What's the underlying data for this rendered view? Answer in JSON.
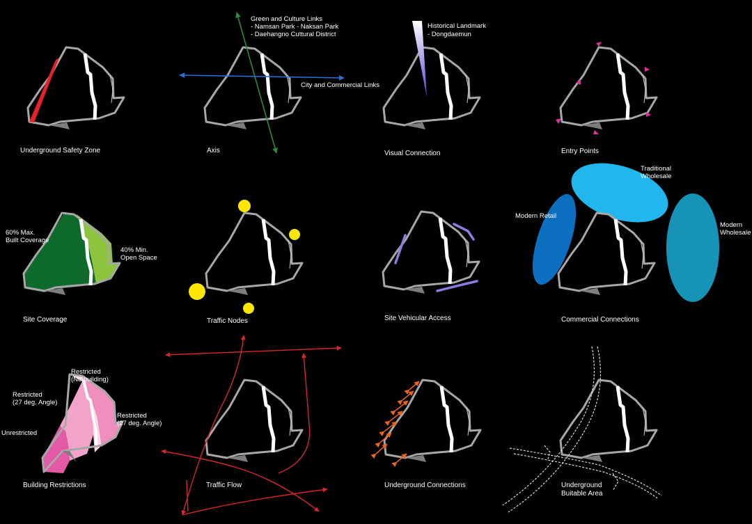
{
  "colors": {
    "background": "#000000",
    "outline": "#a7a7a7",
    "road": "#ffffff",
    "safety_zone": "#e8202a",
    "axis_green": "#2e8b3a",
    "axis_blue": "#2a6fd6",
    "node_yellow": "#ffe600",
    "entry_magenta": "#e0319a",
    "vehicular_purple": "#8a7ce0",
    "traffic_red": "#d8262b",
    "connection_orange": "#e8641e",
    "coverage_dark_green": "#0e6a2c",
    "coverage_light_green": "#8cc43e",
    "retail_blue": "#0d6fc0",
    "traditional_cyan": "#22b6ee",
    "wholesale_teal": "#1793b8",
    "pink_dark": "#e45aa6",
    "pink_light": "#f2a3c9"
  },
  "panels": [
    {
      "id": "underground-safety-zone",
      "caption": "Underground Safety Zone"
    },
    {
      "id": "axis",
      "caption": "Axis",
      "labels": [
        "Green and Culture Links",
        "- Namsan Park - Naksan Park",
        "- Daehangno Cuttural District",
        "City and Commercial Links"
      ]
    },
    {
      "id": "visual-connection",
      "caption": "Visual Connection",
      "labels": [
        "Historical Landmark",
        "- Dongdaemun"
      ]
    },
    {
      "id": "entry-points",
      "caption": "Entry Points"
    },
    {
      "id": "site-coverage",
      "caption": "Site Coverage",
      "labels": [
        "60% Max.",
        "Built Coverage",
        "40% Min.",
        "Open Space"
      ]
    },
    {
      "id": "traffic-nodes",
      "caption": "Traffic Nodes"
    },
    {
      "id": "site-vehicular-access",
      "caption": "Site Vehicular Access"
    },
    {
      "id": "commercial-connections",
      "caption": "Commercial Connections",
      "labels": [
        "Traditional",
        "Wholesale",
        "Modern Retail",
        "Modern",
        "Wholesale"
      ]
    },
    {
      "id": "building-restrictions",
      "caption": "Building Restrictions",
      "labels": [
        "Restricted",
        "(No building)",
        "Restricted",
        "(27 deg. Angle)",
        "Restricted",
        "(27 deg. Angle)",
        "Unrestricted"
      ]
    },
    {
      "id": "traffic-flow",
      "caption": "Traffic Flow"
    },
    {
      "id": "underground-connections",
      "caption": "Underground Connections"
    },
    {
      "id": "underground-buildable-area",
      "caption": "Underground Buitable Area",
      "labels": [
        "Underground",
        "Buitable Area"
      ]
    }
  ]
}
